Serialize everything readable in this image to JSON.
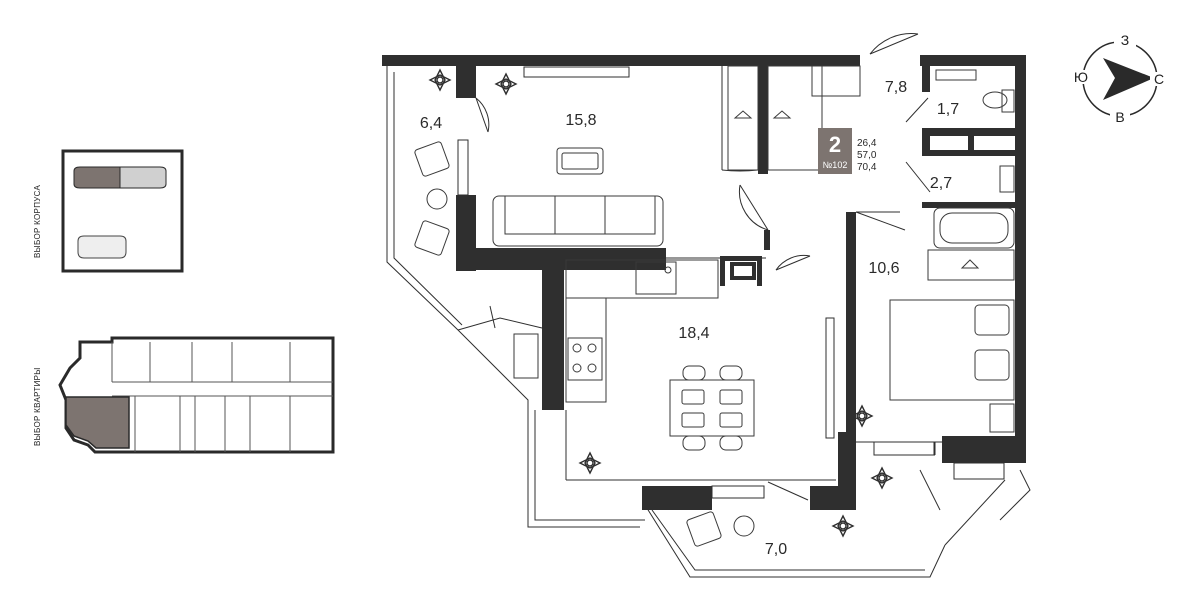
{
  "sidebar": {
    "building_select_label": "ВЫБОР КОРПУСА",
    "apartment_select_label": "ВЫБОР КВАРТИРЫ"
  },
  "badge": {
    "rooms": "2",
    "apartment_number": "№102",
    "areas": [
      "26,4",
      "57,0",
      "70,4"
    ]
  },
  "rooms": [
    {
      "id": "loggia-left",
      "area": "6,4"
    },
    {
      "id": "living",
      "area": "15,8"
    },
    {
      "id": "hall",
      "area": "7,8"
    },
    {
      "id": "wc",
      "area": "1,7"
    },
    {
      "id": "bath",
      "area": "2,7"
    },
    {
      "id": "kitchen",
      "area": "18,4"
    },
    {
      "id": "bedroom",
      "area": "10,6"
    },
    {
      "id": "loggia-bottom",
      "area": "7,0"
    }
  ],
  "compass": {
    "north": "З",
    "east": "С",
    "south": "В",
    "west": "Ю"
  },
  "colors": {
    "wall": "#2f2f2f",
    "selected": "#7d7470",
    "inactive": "#d8d8d8",
    "badge": "#7d7470"
  }
}
